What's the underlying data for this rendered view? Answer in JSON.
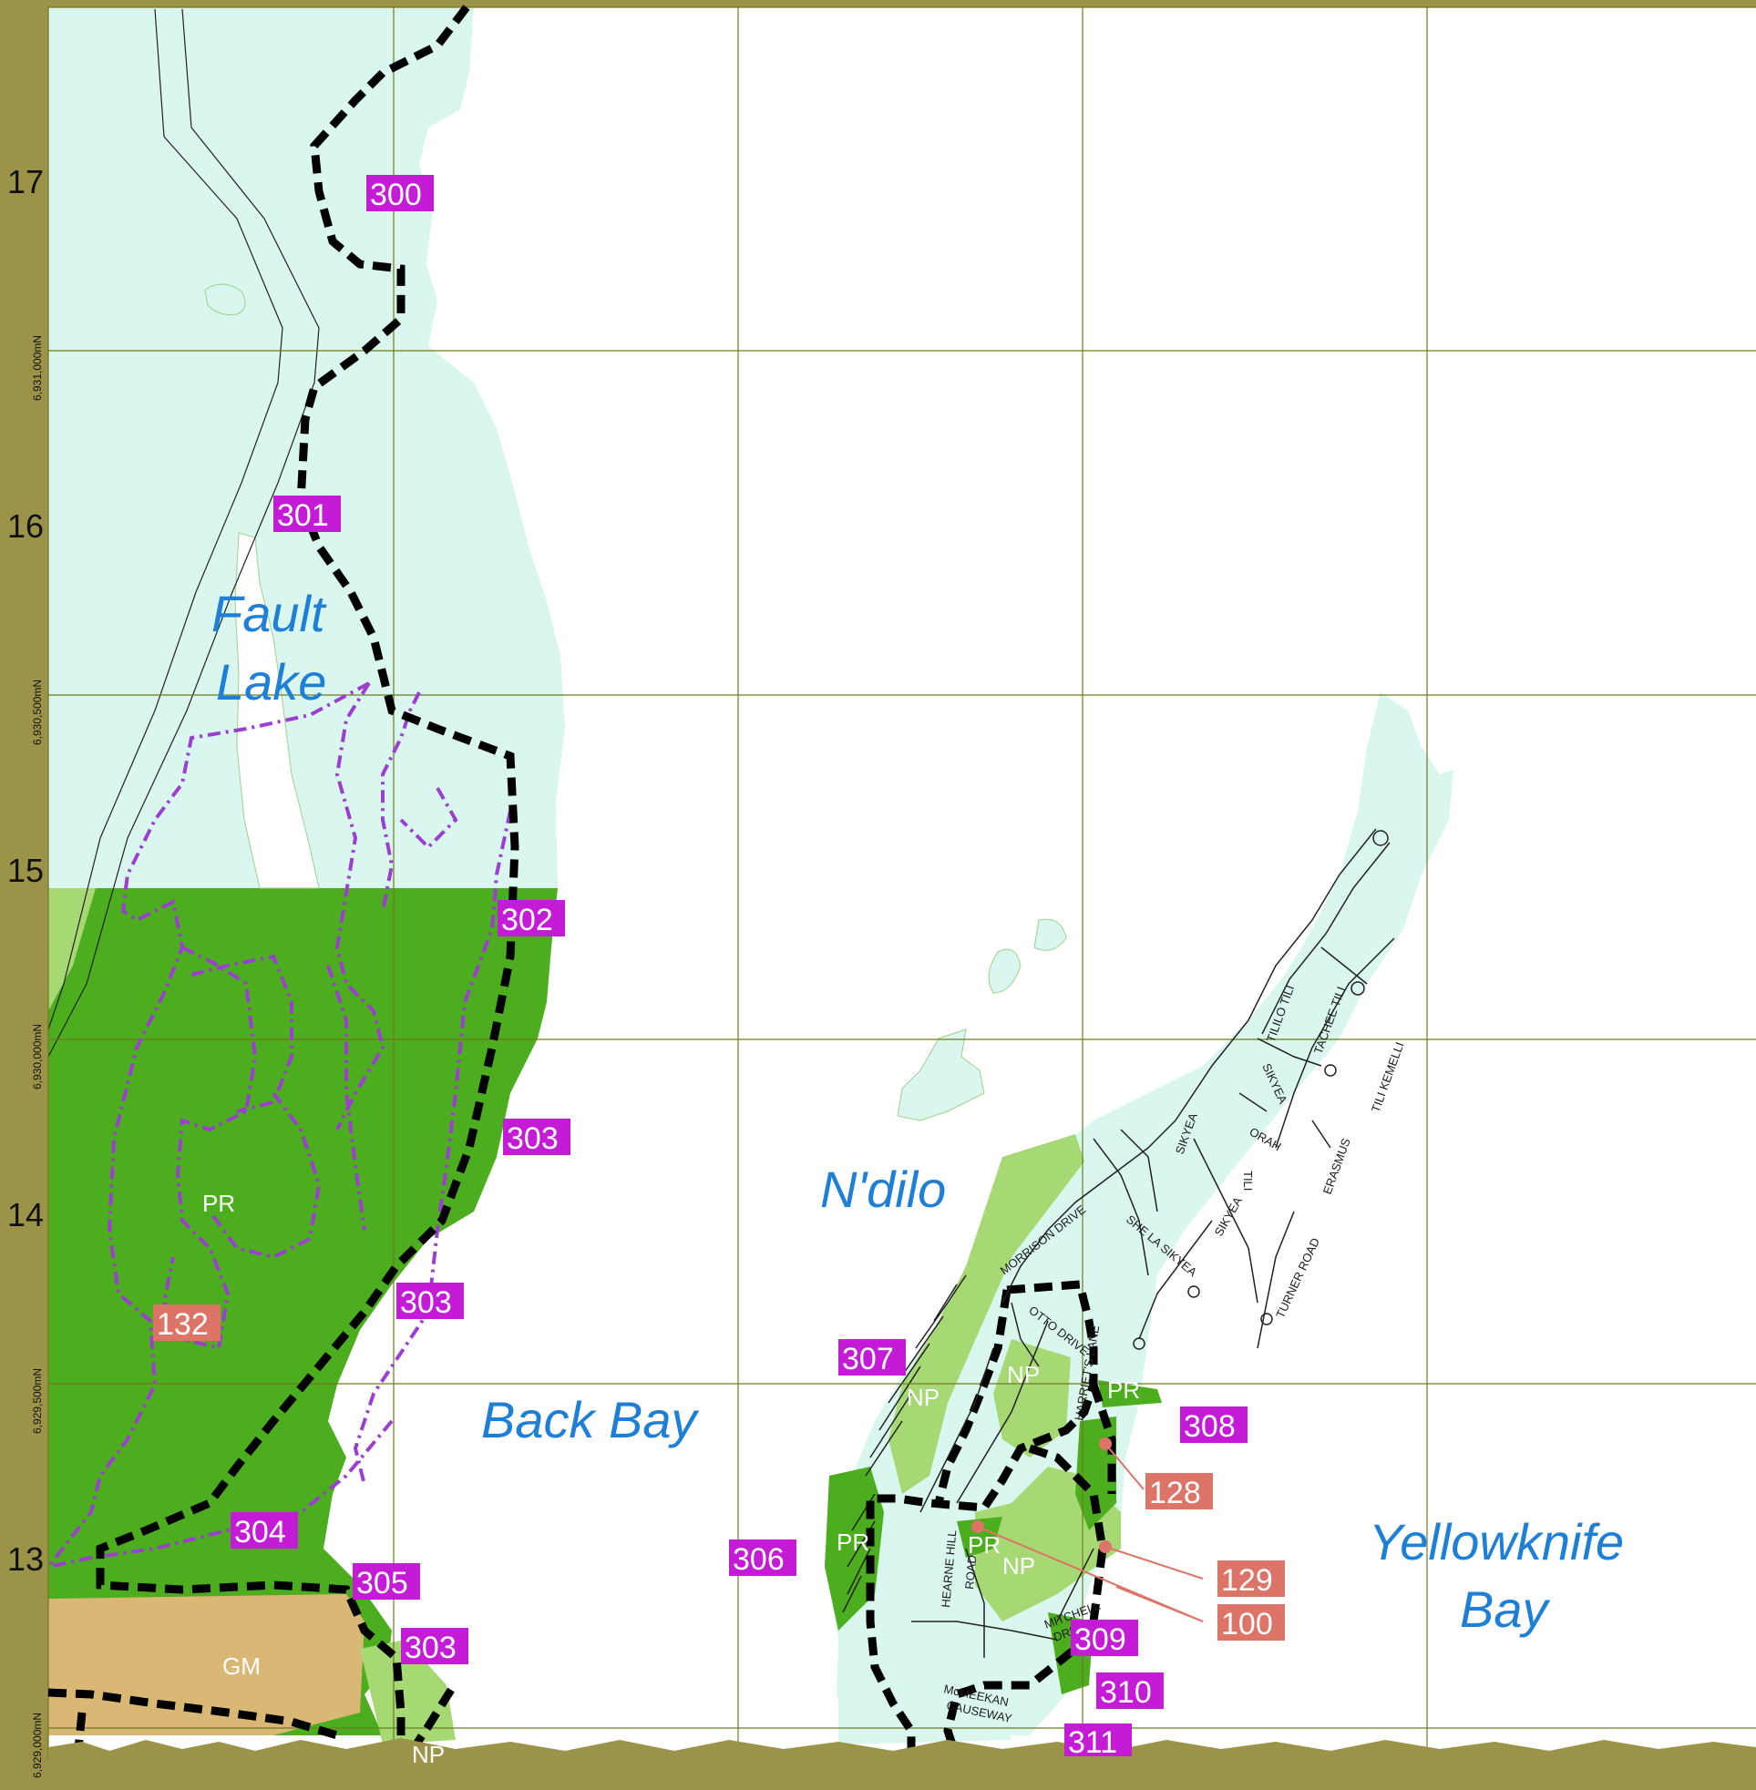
{
  "map": {
    "place_labels": {
      "fault": "Fault",
      "lake": "Lake",
      "ndilo": "N'dilo",
      "back_bay": "Back Bay",
      "yellowknife": "Yellowknife",
      "bay": "Bay"
    },
    "grid_ticks": {
      "t17": "17",
      "t16": "16",
      "t15": "15",
      "t14": "14",
      "t13": "13"
    },
    "northings": {
      "n6931000": "6,931,000mN",
      "n6930500": "6,930,500mN",
      "n6930000": "6,930,000mN",
      "n6929500": "6,929,500mN",
      "n6929000": "6,929,000mN"
    },
    "boundary_tags": {
      "b300": "300",
      "b301": "301",
      "b302": "302",
      "b303a": "303",
      "b303b": "303",
      "b303c": "303",
      "b304": "304",
      "b305": "305",
      "b306": "306",
      "b307": "307",
      "b308": "308",
      "b309": "309",
      "b310": "310",
      "b311": "311"
    },
    "site_tags": {
      "s132": "132",
      "s128": "128",
      "s129": "129",
      "s100": "100"
    },
    "zones": {
      "pr_west": "PR",
      "gm": "GM",
      "np_a": "NP",
      "np_b": "NP",
      "np_c": "NP",
      "np_d": "NP",
      "pr_a": "PR",
      "pr_b": "PR",
      "pr_c": "PR"
    },
    "streets": {
      "morrison": "MORRISON DRIVE",
      "otto": "OTTO DRIVE",
      "she_la": "SHE LA SIKYEA",
      "sikyea_a": "SIKYEA",
      "sikyea_b": "SIKYEA",
      "sikyea_c": "SIKYEA",
      "tililo": "TILILO TILI",
      "tachee": "TACHEE TILI",
      "orah": "ORAH",
      "tili": "TILI",
      "erasmus": "ERASMUS",
      "tili_kemelli": "TILI KEMELLI",
      "turner": "TURNER ROAD",
      "harriets": "HARRIET'S LANE",
      "hearne": "HEARNE HILL",
      "road": "ROAD",
      "mitchell": "MITCHELL",
      "drive": "DRIVE",
      "mcmeekan": "McMEEKAN",
      "causeway": "CAUSEWAY"
    },
    "colors": {
      "frame": "#9b9448",
      "water": "#ffffff",
      "land_light": "#d9f7ee",
      "park_dark": "#4cad1e",
      "park_light": "#a6d873",
      "gm_zone": "#d9b876",
      "grid": "#6f7a1e",
      "boundary": "#000000",
      "trail": "#9c3fd0",
      "boundary_tag": "#c41bd6",
      "site_tag": "#dd7468",
      "label_blue": "#1e7fd6"
    }
  }
}
